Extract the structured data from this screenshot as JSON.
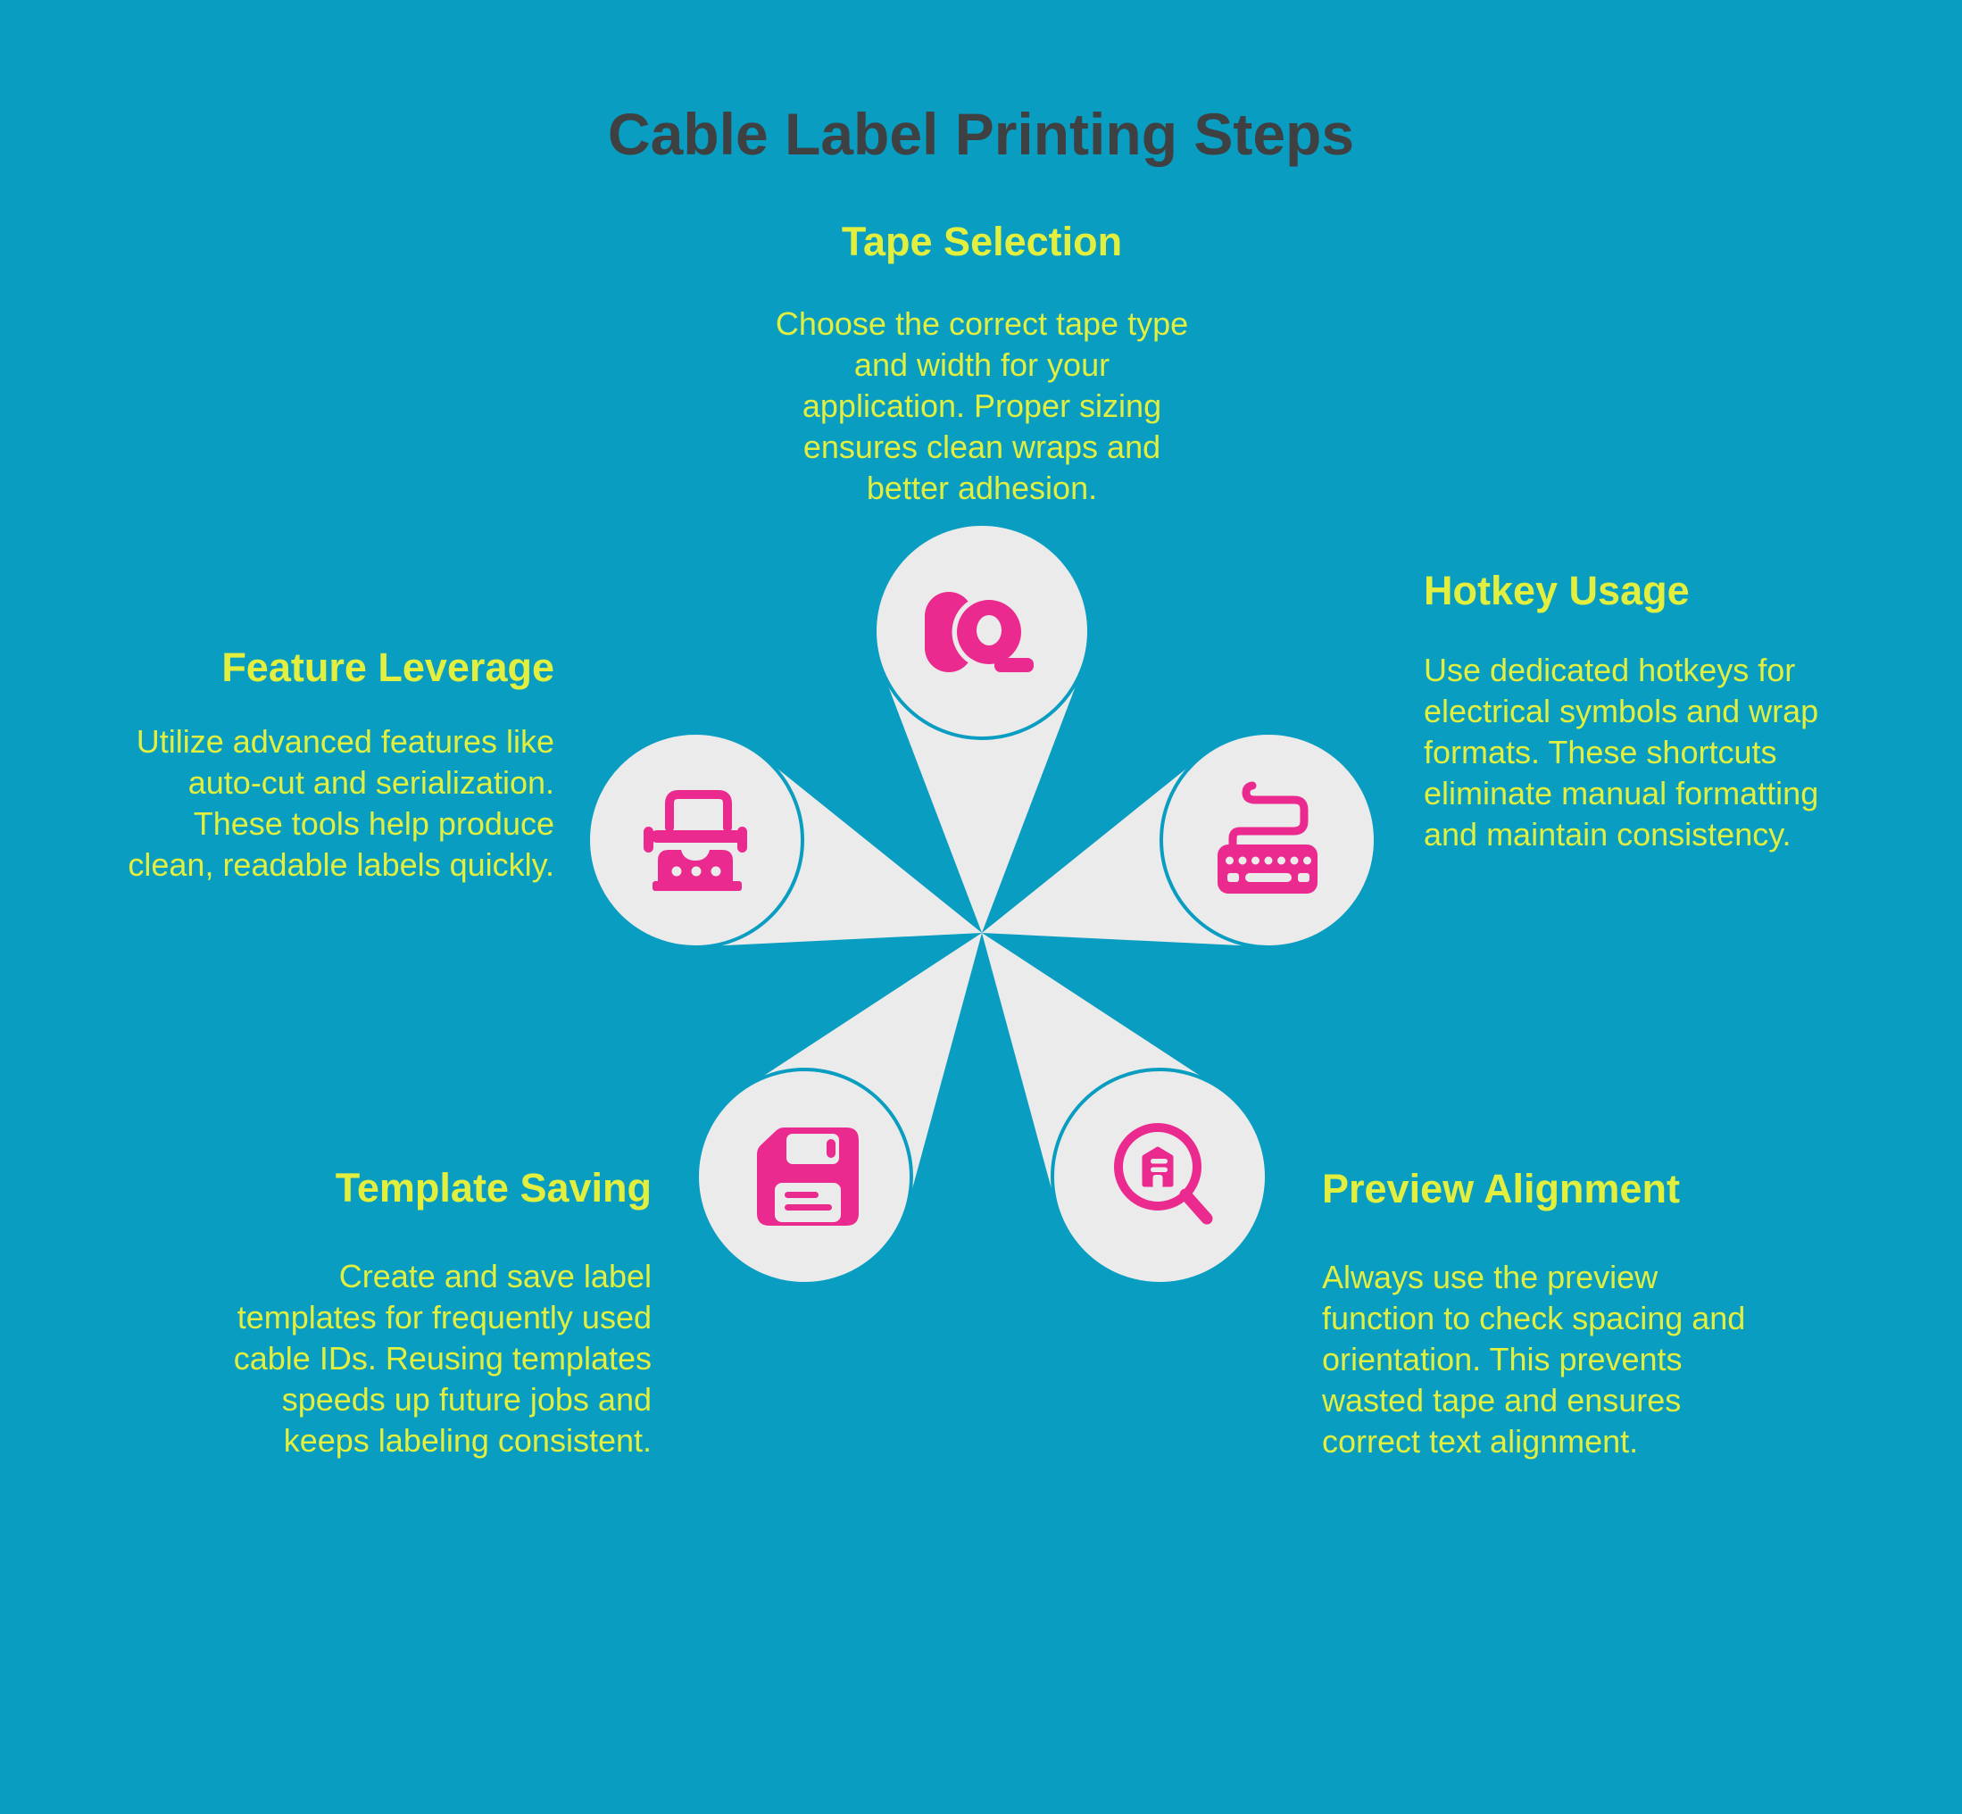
{
  "title": "Cable Label Printing Steps",
  "palette": {
    "background_teal": "#089DC1",
    "petal_gray": "#EBEBEB",
    "icon_pink": "#EA2A8E",
    "text_yellow": "#E3EF3E",
    "title_gray": "#3E4042"
  },
  "steps": [
    {
      "heading": "Tape Selection",
      "icon": "tape-roll-icon",
      "position": "top",
      "body": "Choose the correct tape type\nand width for your\napplication. Proper sizing\nensures clean wraps and\nbetter adhesion."
    },
    {
      "heading": "Hotkey Usage",
      "icon": "keyboard-cable-icon",
      "position": "right",
      "body": "Use dedicated hotkeys for\nelectrical symbols and wrap\nformats. These shortcuts\neliminate manual formatting\nand maintain consistency."
    },
    {
      "heading": "Preview Alignment",
      "icon": "magnifier-label-icon",
      "position": "bottom-right",
      "body": "Always use the preview\nfunction to check spacing and\norientation. This prevents\nwasted tape and ensures\ncorrect text alignment."
    },
    {
      "heading": "Template Saving",
      "icon": "floppy-disk-icon",
      "position": "bottom-left",
      "body": "Create and save label\ntemplates for frequently used\ncable IDs. Reusing templates\nspeeds up future jobs and\nkeeps labeling consistent."
    },
    {
      "heading": "Feature Leverage",
      "icon": "label-printer-icon",
      "position": "left",
      "body": "Utilize advanced features like\nauto-cut and serialization.\nThese tools help produce\nclean, readable labels quickly."
    }
  ]
}
